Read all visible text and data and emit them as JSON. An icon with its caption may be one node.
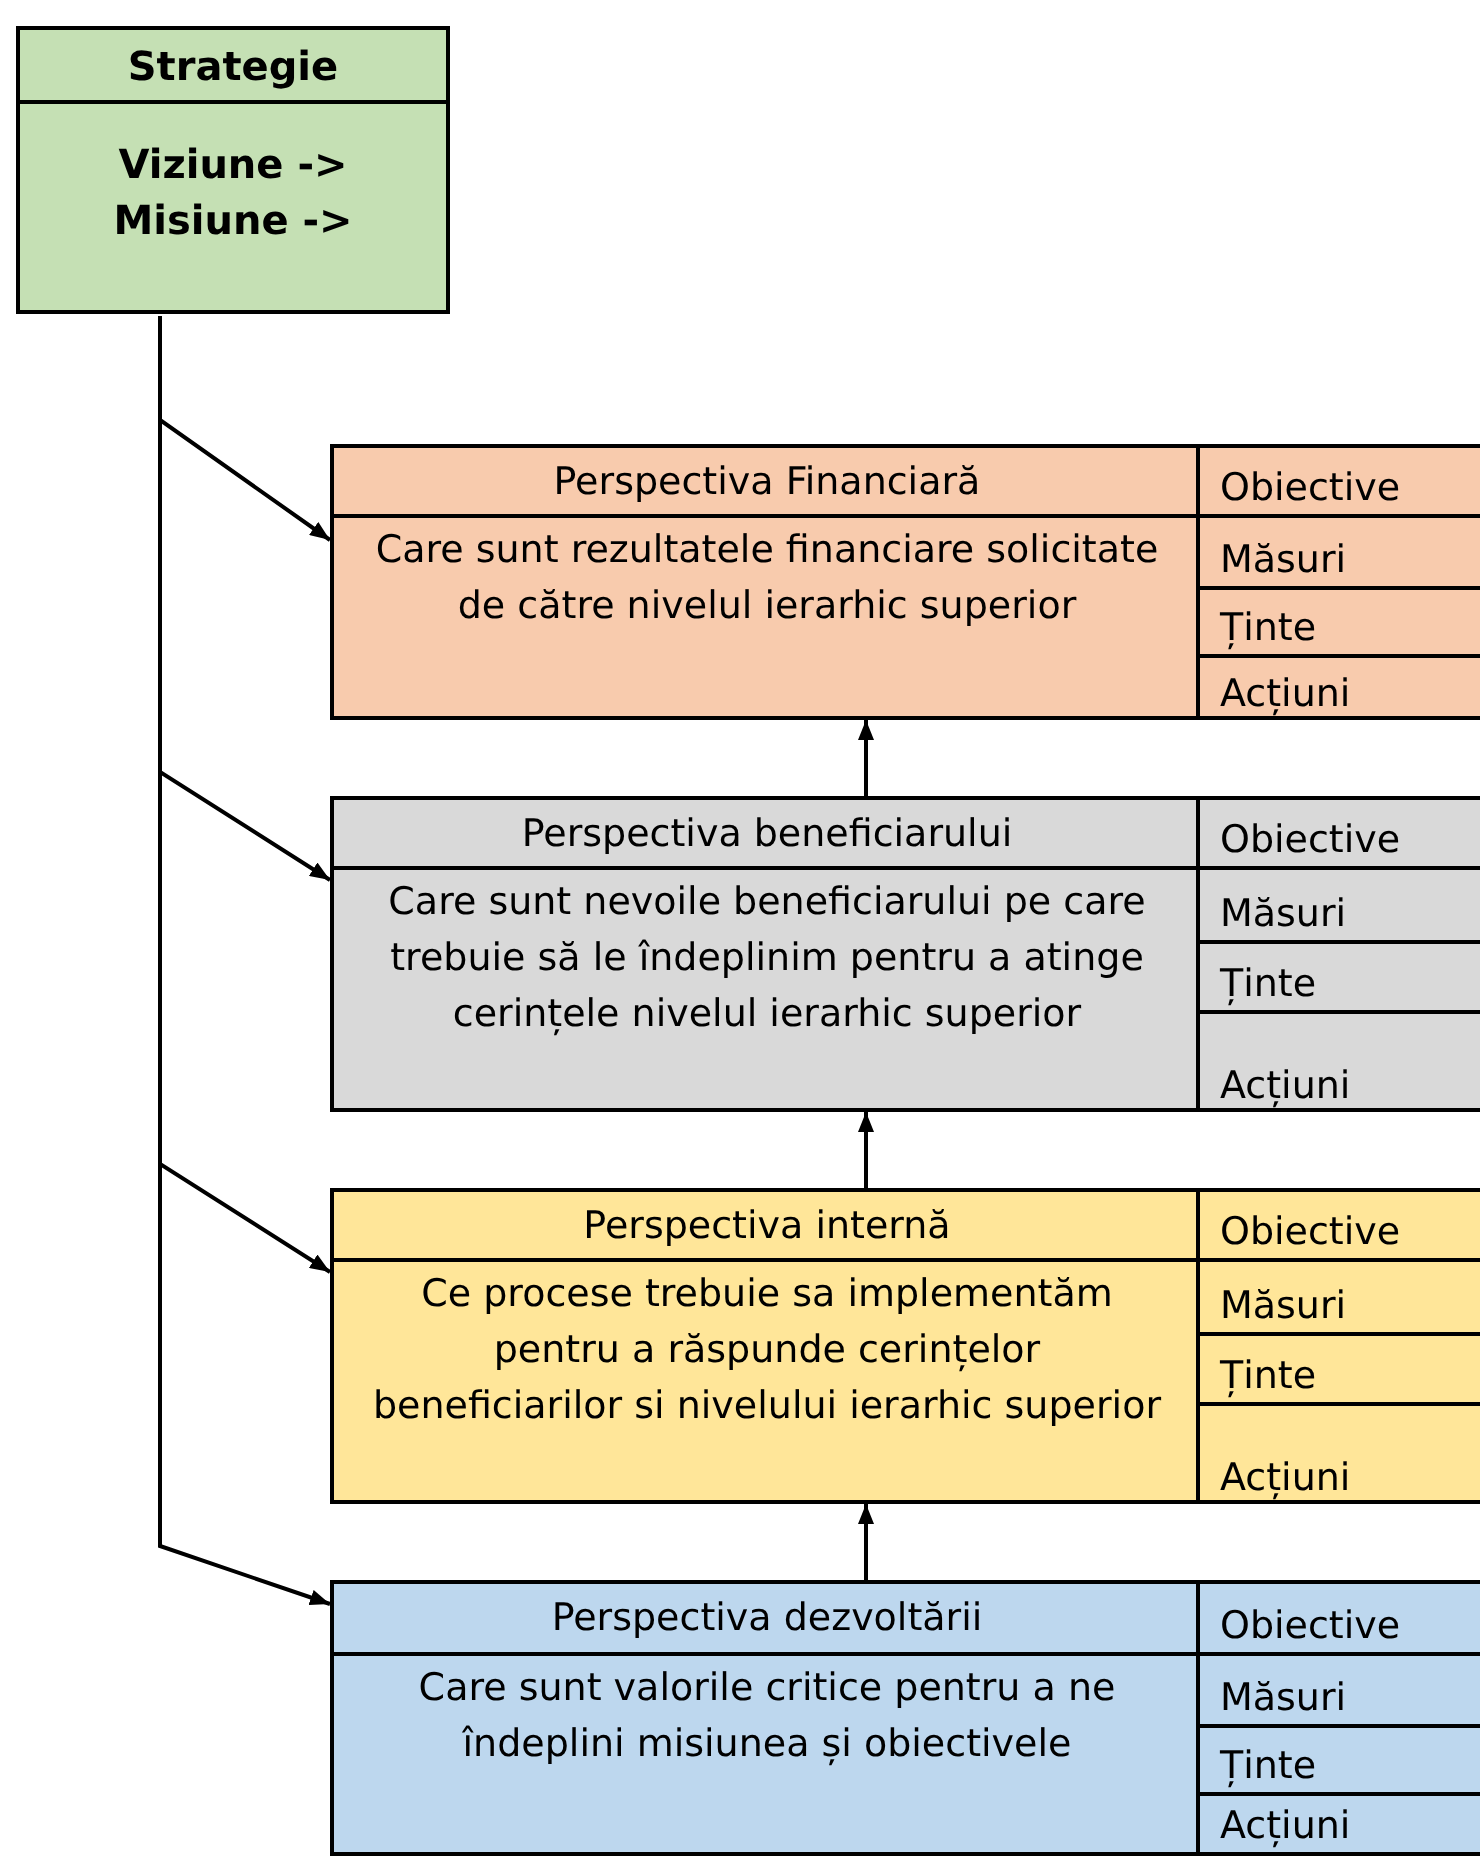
{
  "diagram": {
    "nodes": [
      {
        "text": [
          "Strategie",
          "Viziune ->",
          "Misiune ->"
        ]
      },
      {
        "text": [
          "Perspectiva Financiară",
          "Care sunt rezultatele financiare solicitate de către nivelul ierarhic superior"
        ]
      },
      {
        "text": [
          "Obiective"
        ],
        "in": 1
      },
      {
        "text": [
          "Măsuri"
        ],
        "in": 1
      },
      {
        "text": [
          "Ținte"
        ],
        "in": 1
      },
      {
        "text": [
          "Acțiuni"
        ],
        "in": 1
      },
      {
        "text": [
          "Perspectiva beneficiarului",
          "Care sunt nevoile beneficiarului pe care trebuie să le îndeplinim pentru a atinge cerințele nivelul ierarhic superior"
        ]
      },
      {
        "text": [
          "Obiective"
        ],
        "in": 6
      },
      {
        "text": [
          "Măsuri"
        ],
        "in": 6
      },
      {
        "text": [
          "Ținte"
        ],
        "in": 6
      },
      {
        "text": [
          "Acțiuni"
        ],
        "in": 6
      },
      {
        "text": [
          "Perspectiva internă",
          "Ce procese trebuie sa implementăm pentru a răspunde cerințelor beneficiarilor si nivelului ierarhic superior"
        ]
      },
      {
        "text": [
          "Obiective"
        ],
        "in": 11
      },
      {
        "text": [
          "Măsuri"
        ],
        "in": 11
      },
      {
        "text": [
          "Ținte"
        ],
        "in": 11
      },
      {
        "text": [
          "Acțiuni"
        ],
        "in": 11
      },
      {
        "text": [
          "Perspectiva dezvoltării",
          "Care sunt valorile critice pentru a ne îndeplini misiunea și obiectivele"
        ]
      },
      {
        "text": [
          "Obiective"
        ],
        "in": 16
      },
      {
        "text": [
          "Măsuri"
        ],
        "in": 16
      },
      {
        "text": [
          "Ținte"
        ],
        "in": 16
      },
      {
        "text": [
          "Acțiuni"
        ],
        "in": 16
      }
    ],
    "edges": [
      {
        "from": 0,
        "to": 1,
        "arrow": "to"
      },
      {
        "from": 0,
        "to": 6,
        "arrow": "to"
      },
      {
        "from": 0,
        "to": 11,
        "arrow": "to"
      },
      {
        "from": 0,
        "to": 16,
        "arrow": "to"
      },
      {
        "from": 6,
        "to": 1,
        "arrow": "to"
      },
      {
        "from": 11,
        "to": 6,
        "arrow": "to"
      },
      {
        "from": 16,
        "to": 11,
        "arrow": "to"
      }
    ]
  }
}
